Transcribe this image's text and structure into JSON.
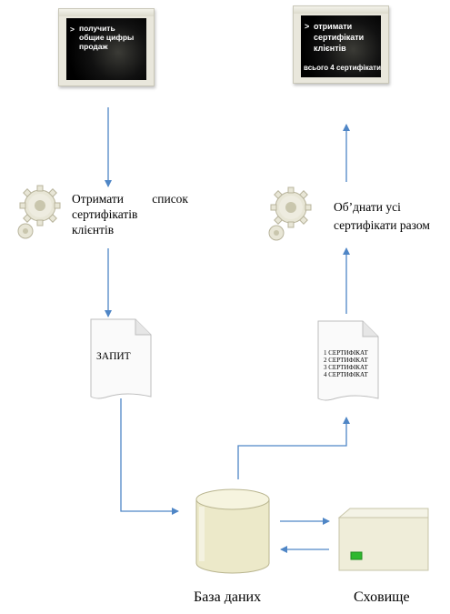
{
  "screens": {
    "left": {
      "lines": [
        "получить",
        "общие цифры",
        "продаж"
      ],
      "prompt": ">"
    },
    "right": {
      "lines": [
        "отримати",
        "сертифікати",
        "клієнтів"
      ],
      "prompt": ">",
      "footer": "всього 4 сертифікати"
    }
  },
  "steps": {
    "get_list": {
      "lines": [
        "Отримати список",
        "сертифікатів",
        "клієнтів"
      ],
      "first_line_words": [
        "Отримати",
        "список"
      ]
    },
    "merge": {
      "lines": [
        "Об’днати усі",
        "сертифікати разом"
      ]
    }
  },
  "documents": {
    "request": {
      "label": "ЗАПИТ"
    },
    "certificates": {
      "items": [
        "1 СЕРТИФІКАТ",
        "2 СЕРТИФІКАТ",
        "3 СЕРТИФІКАТ",
        "4 СЕРТИФІКАТ"
      ]
    }
  },
  "database": {
    "label": "База даних"
  },
  "storage": {
    "label": "Сховище"
  },
  "colors": {
    "arrow": "#4f86c6",
    "gear_light": "#e8e6d6",
    "gear_dark": "#b8b49c",
    "db_fill": "#ece9c9",
    "db_stroke": "#b9b58f",
    "storage_fill": "#efedd9",
    "storage_led": "#2eb82e"
  },
  "icons": [
    "monitor-icon",
    "gear-icon",
    "document-icon",
    "database-icon",
    "server-icon"
  ]
}
